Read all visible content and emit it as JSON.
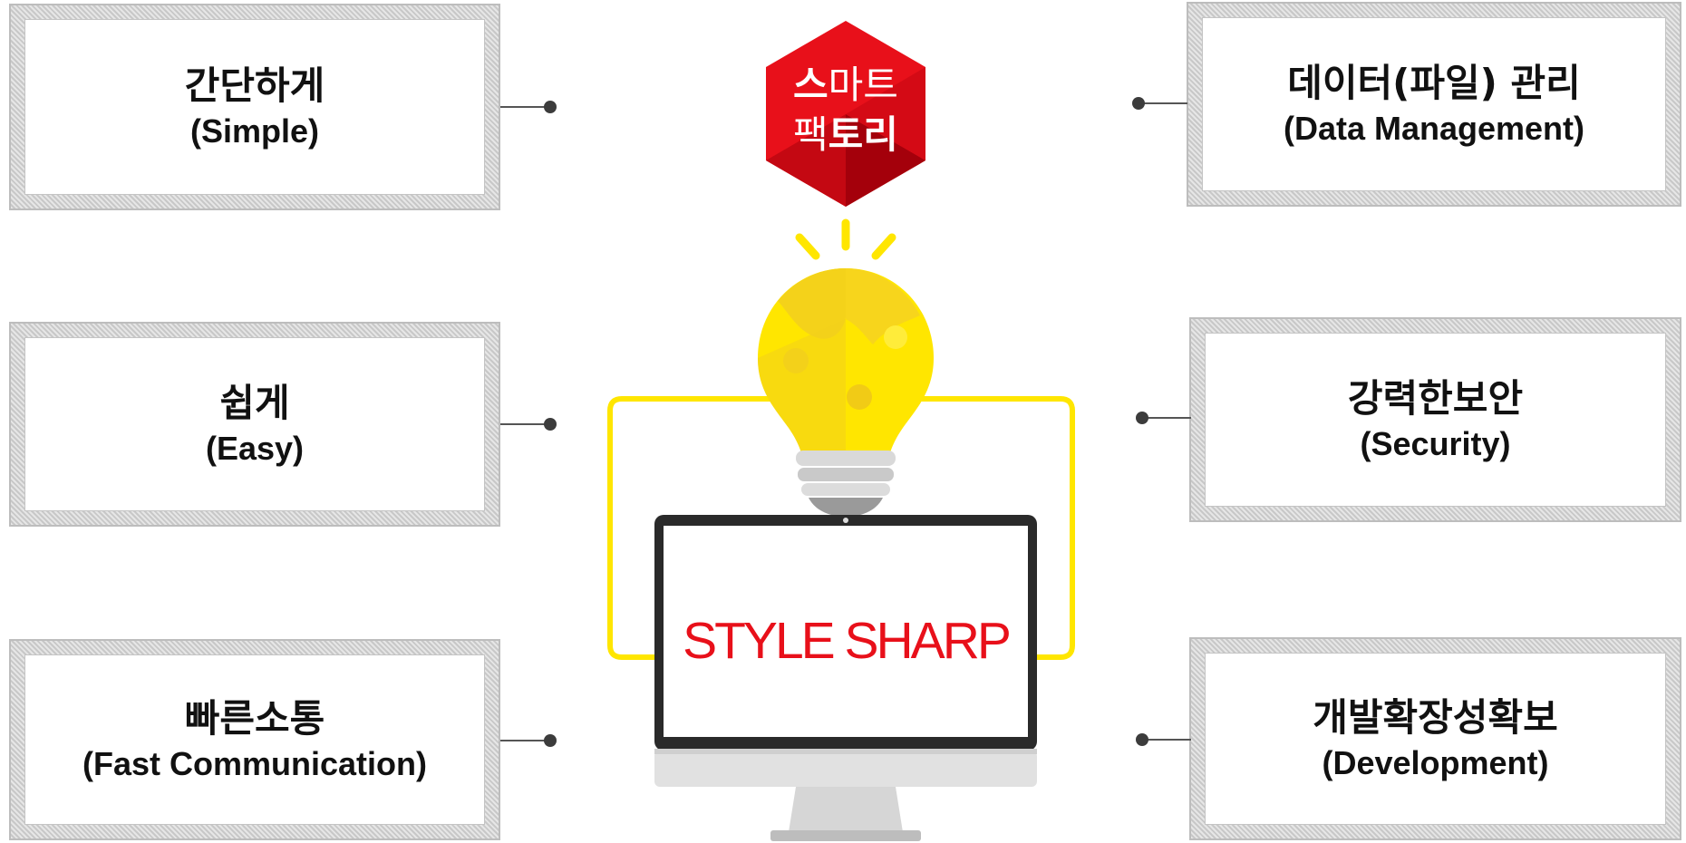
{
  "cards": [
    {
      "id": "simple",
      "ko": "간단하게",
      "en": "(Simple)"
    },
    {
      "id": "easy",
      "ko": "쉽게",
      "en": "(Easy)"
    },
    {
      "id": "fast-communication",
      "ko": "빠른소통",
      "en": "(Fast Communication)"
    },
    {
      "id": "data-management",
      "ko": "데이터(파일) 관리",
      "en": "(Data Management)"
    },
    {
      "id": "security",
      "ko": "강력한보안",
      "en": "(Security)"
    },
    {
      "id": "development",
      "ko": "개발확장성확보",
      "en": "(Development)"
    }
  ],
  "logo": {
    "line1_a": "스",
    "line1_b": "마트",
    "line2_a": "팩",
    "line2_b": "토리"
  },
  "monitor": {
    "screen_text": "STYLE SHARP"
  },
  "colors": {
    "accent_red": "#e8101a",
    "bulb_yellow": "#ffe600",
    "connector": "#555555"
  },
  "icons": [
    "lightbulb-puzzle-icon",
    "monitor-icon",
    "hexagon-logo-icon"
  ]
}
